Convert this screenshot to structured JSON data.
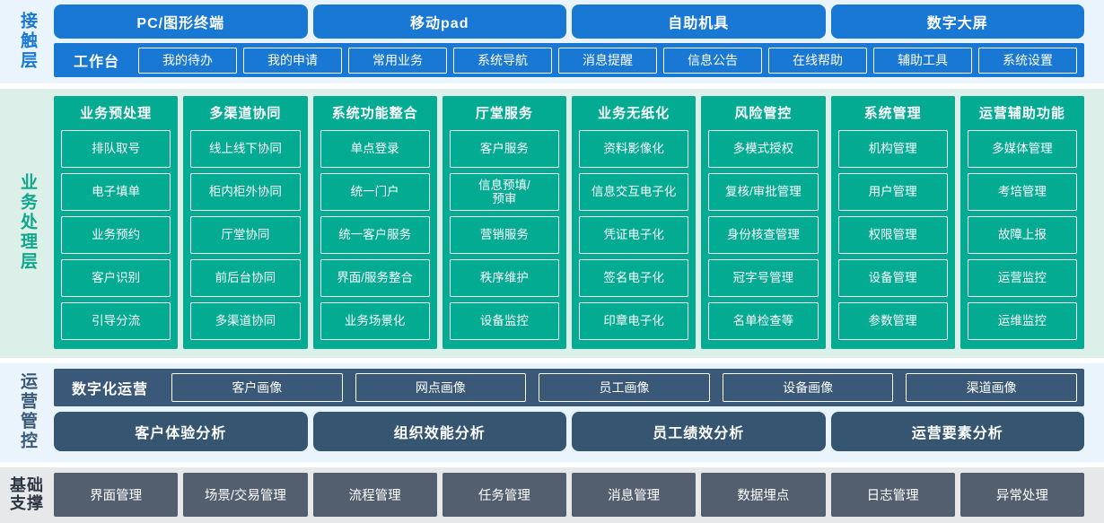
{
  "colors": {
    "blue": "#1878d4",
    "blue_bg": "#e9f4fd",
    "teal": "#03ab93",
    "teal_bg": "#ddefe9",
    "navy": "#3a5878",
    "navy_card": "#355570",
    "grey": "#535e6e",
    "grey_bg": "#e6e8ea",
    "white": "#ffffff"
  },
  "layers": {
    "contact": {
      "label": "接触层",
      "terminals": [
        {
          "label": "PC/图形终端"
        },
        {
          "label": "移动pad"
        },
        {
          "label": "自助机具"
        },
        {
          "label": "数字大屏"
        }
      ],
      "workbench_title": "工作台",
      "workbench_items": [
        {
          "label": "我的待办"
        },
        {
          "label": "我的申请"
        },
        {
          "label": "常用业务"
        },
        {
          "label": "系统导航"
        },
        {
          "label": "消息提醒"
        },
        {
          "label": "信息公告"
        },
        {
          "label": "在线帮助"
        },
        {
          "label": "辅助工具"
        },
        {
          "label": "系统设置"
        }
      ]
    },
    "business": {
      "label": "业务处理层",
      "columns": [
        {
          "title": "业务预处理",
          "items": [
            "排队取号",
            "电子填单",
            "业务预约",
            "客户识别",
            "引导分流"
          ]
        },
        {
          "title": "多渠道协同",
          "items": [
            "线上线下协同",
            "柜内柜外协同",
            "厅堂协同",
            "前后台协同",
            "多渠道协同"
          ]
        },
        {
          "title": "系统功能整合",
          "items": [
            "单点登录",
            "统一门户",
            "统一客户服务",
            "界面/服务整合",
            "业务场景化"
          ]
        },
        {
          "title": "厅堂服务",
          "items": [
            "客户服务",
            "信息预填/\n预审",
            "营销服务",
            "秩序维护",
            "设备监控"
          ]
        },
        {
          "title": "业务无纸化",
          "items": [
            "资料影像化",
            "信息交互电子化",
            "凭证电子化",
            "签名电子化",
            "印章电子化"
          ]
        },
        {
          "title": "风险管控",
          "items": [
            "多模式授权",
            "复核/审批管理",
            "身份核查管理",
            "冠字号管理",
            "名单检查等"
          ]
        },
        {
          "title": "系统管理",
          "items": [
            "机构管理",
            "用户管理",
            "权限管理",
            "设备管理",
            "参数管理"
          ]
        },
        {
          "title": "运营辅助功能",
          "items": [
            "多媒体管理",
            "考培管理",
            "故障上报",
            "运营监控",
            "运维监控"
          ]
        }
      ]
    },
    "operations": {
      "label": "运营管控",
      "digital_title": "数字化运营",
      "portraits": [
        {
          "label": "客户画像"
        },
        {
          "label": "网点画像"
        },
        {
          "label": "员工画像"
        },
        {
          "label": "设备画像"
        },
        {
          "label": "渠道画像"
        }
      ],
      "analyses": [
        {
          "label": "客户体验分析"
        },
        {
          "label": "组织效能分析"
        },
        {
          "label": "员工绩效分析"
        },
        {
          "label": "运营要素分析"
        }
      ]
    },
    "base": {
      "label_line1": "基础",
      "label_line2": "支撑",
      "items": [
        {
          "label": "界面管理"
        },
        {
          "label": "场景/交易管理"
        },
        {
          "label": "流程管理"
        },
        {
          "label": "任务管理"
        },
        {
          "label": "消息管理"
        },
        {
          "label": "数据埋点"
        },
        {
          "label": "日志管理"
        },
        {
          "label": "异常处理"
        }
      ]
    }
  }
}
